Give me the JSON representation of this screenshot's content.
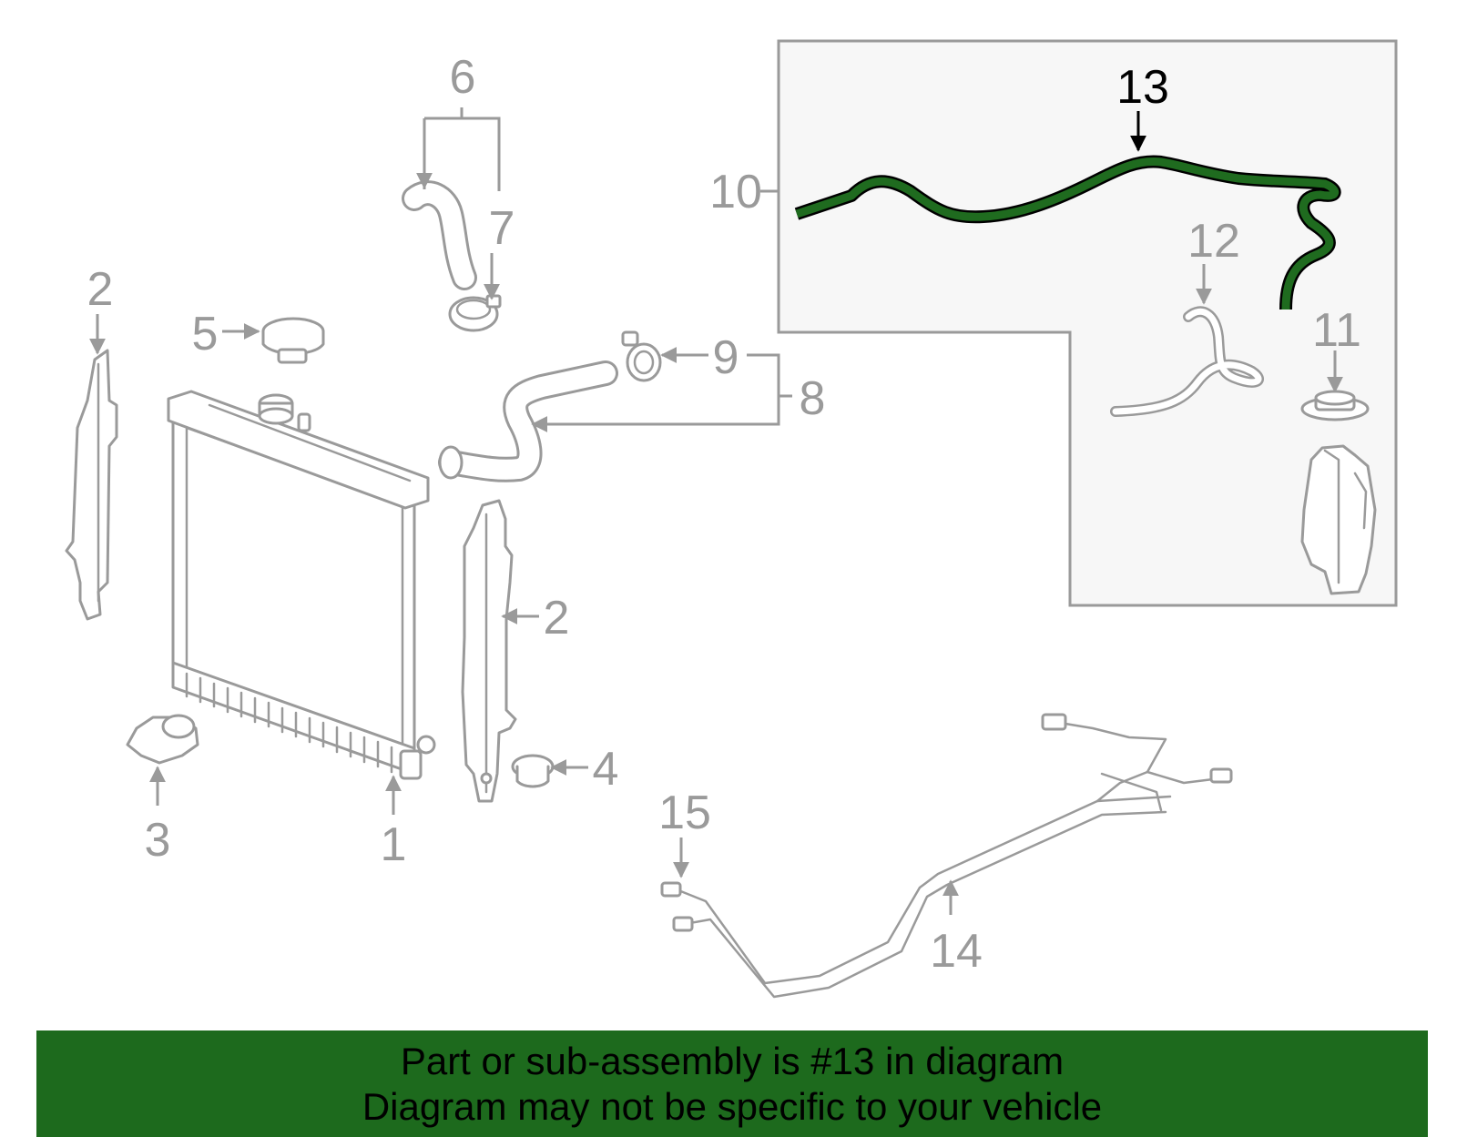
{
  "colors": {
    "part_stroke": "#9a9a9a",
    "inset_background": "#f7f7f7",
    "highlight_hose": "#1f6b1f",
    "banner_background": "#1d6a1d",
    "banner_text": "#000000"
  },
  "callouts": [
    {
      "id": "1",
      "label": "1"
    },
    {
      "id": "2a",
      "label": "2"
    },
    {
      "id": "2b",
      "label": "2"
    },
    {
      "id": "3",
      "label": "3"
    },
    {
      "id": "4",
      "label": "4"
    },
    {
      "id": "5",
      "label": "5"
    },
    {
      "id": "6",
      "label": "6"
    },
    {
      "id": "7",
      "label": "7"
    },
    {
      "id": "8",
      "label": "8"
    },
    {
      "id": "9",
      "label": "9"
    },
    {
      "id": "10",
      "label": "10"
    },
    {
      "id": "11",
      "label": "11"
    },
    {
      "id": "12",
      "label": "12"
    },
    {
      "id": "13",
      "label": "13",
      "highlighted": true
    },
    {
      "id": "14",
      "label": "14"
    },
    {
      "id": "15",
      "label": "15"
    }
  ],
  "banner": {
    "line1": "Part or sub-assembly is #13 in diagram",
    "line2": "Diagram may not be specific to your vehicle"
  }
}
